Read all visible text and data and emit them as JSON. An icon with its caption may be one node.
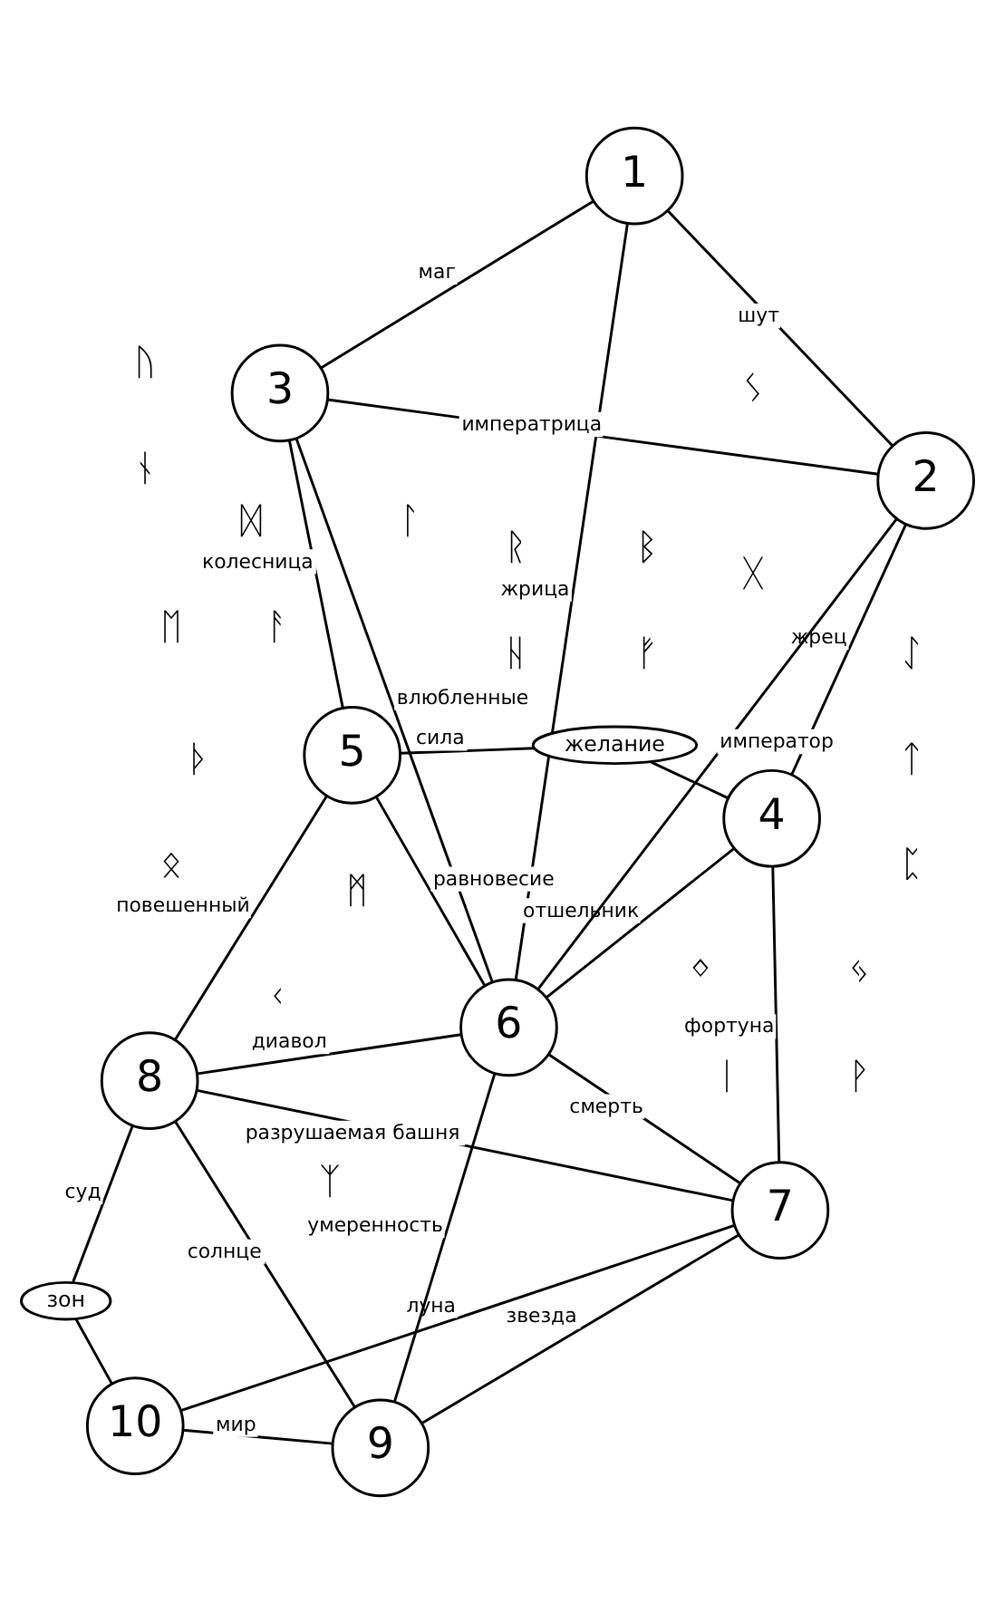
{
  "diagram": {
    "nodes": [
      {
        "text": [
          "1"
        ]
      },
      {
        "text": [
          "3"
        ]
      },
      {
        "text": [
          "2"
        ]
      },
      {
        "text": [
          "5"
        ]
      },
      {
        "text": [
          "желание"
        ]
      },
      {
        "text": [
          "4"
        ]
      },
      {
        "text": [
          "6"
        ]
      },
      {
        "text": [
          "8"
        ]
      },
      {
        "text": [
          "7"
        ]
      },
      {
        "text": [
          "9"
        ]
      },
      {
        "text": [
          "зон"
        ]
      },
      {
        "text": [
          "10"
        ]
      }
    ],
    "edges": [
      {
        "from": 0,
        "to": 1,
        "arrow": "none",
        "label": "маг"
      },
      {
        "from": 0,
        "to": 2,
        "arrow": "none",
        "label": "шут"
      },
      {
        "from": 0,
        "to": 6,
        "arrow": "none",
        "label": "жрица"
      },
      {
        "from": 1,
        "to": 2,
        "arrow": "none",
        "label": "императрица"
      },
      {
        "from": 1,
        "to": 3,
        "arrow": "none",
        "label": "колесница"
      },
      {
        "from": 1,
        "to": 6,
        "arrow": "none",
        "label": "влюбленные"
      },
      {
        "from": 2,
        "to": 6,
        "arrow": "none",
        "label": "император"
      },
      {
        "from": 2,
        "to": 5,
        "arrow": "none",
        "label": "жрец"
      },
      {
        "from": 3,
        "to": 4,
        "arrow": "none",
        "label": "сила"
      },
      {
        "from": 4,
        "to": 5,
        "arrow": "none"
      },
      {
        "from": 3,
        "to": 6,
        "arrow": "none",
        "label": "равновесие"
      },
      {
        "from": 5,
        "to": 6,
        "arrow": "none",
        "label": "отшельник"
      },
      {
        "from": 3,
        "to": 7,
        "arrow": "none",
        "label": "повешенный"
      },
      {
        "from": 5,
        "to": 8,
        "arrow": "none",
        "label": "фортуна"
      },
      {
        "from": 6,
        "to": 7,
        "arrow": "none",
        "label": "диавол"
      },
      {
        "from": 6,
        "to": 8,
        "arrow": "none",
        "label": "смерть"
      },
      {
        "from": 6,
        "to": 9,
        "arrow": "none",
        "label": "умеренность"
      },
      {
        "from": 7,
        "to": 8,
        "arrow": "none",
        "label": "разрушаемая башня"
      },
      {
        "from": 7,
        "to": 9,
        "arrow": "none",
        "label": "солнце"
      },
      {
        "from": 8,
        "to": 9,
        "arrow": "none",
        "label": "звезда"
      },
      {
        "from": 7,
        "to": 10,
        "arrow": "none",
        "label": "суд"
      },
      {
        "from": 10,
        "to": 11,
        "arrow": "none"
      },
      {
        "from": 9,
        "to": 11,
        "arrow": "none",
        "label": "мир"
      },
      {
        "from": 8,
        "to": 11,
        "arrow": "none",
        "label": "луна"
      }
    ],
    "labels": [
      "ᚠ",
      "ᚺ",
      "ᛗ",
      "ᛜ",
      "ᚷ",
      "ᛒ",
      "ᚱ",
      "ᛚ",
      "ᚲ",
      "ᚨ",
      "ᛞ",
      "ᛁ",
      "ᚹ",
      "ᛃ",
      "ᚦ",
      "ᛟ",
      "ᛈ",
      "ᛏ",
      "ᛇ",
      "ᛊ",
      "ᛖ",
      "ᚢ",
      "ᚾ",
      "ᛉ"
    ]
  }
}
